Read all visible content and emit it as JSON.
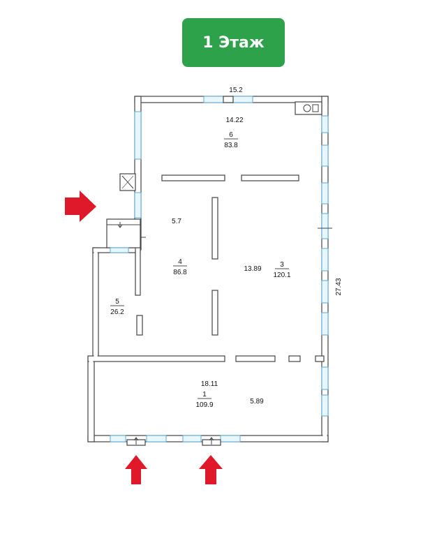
{
  "header": {
    "floor_label": "1 Этаж"
  },
  "dimensions": {
    "top_width": "15.2",
    "right_length": "27.43",
    "room6_depth": "14.22",
    "room4_depth": "5.7",
    "room3_width": "13.89",
    "room1_width": "18.11",
    "room1_depth": "5.89"
  },
  "rooms": [
    {
      "number": "6",
      "area": "83.8"
    },
    {
      "number": "4",
      "area": "86.8"
    },
    {
      "number": "3",
      "area": "120.1"
    },
    {
      "number": "5",
      "area": "26.2"
    },
    {
      "number": "1",
      "area": "109.9"
    }
  ],
  "colors": {
    "badge": "#2ea24b",
    "arrows": "#e0192a",
    "windows": "#5aa9d6"
  },
  "entrance_arrows": [
    "entrance-arrow-left",
    "entrance-arrow-bottom-1",
    "entrance-arrow-bottom-2"
  ]
}
